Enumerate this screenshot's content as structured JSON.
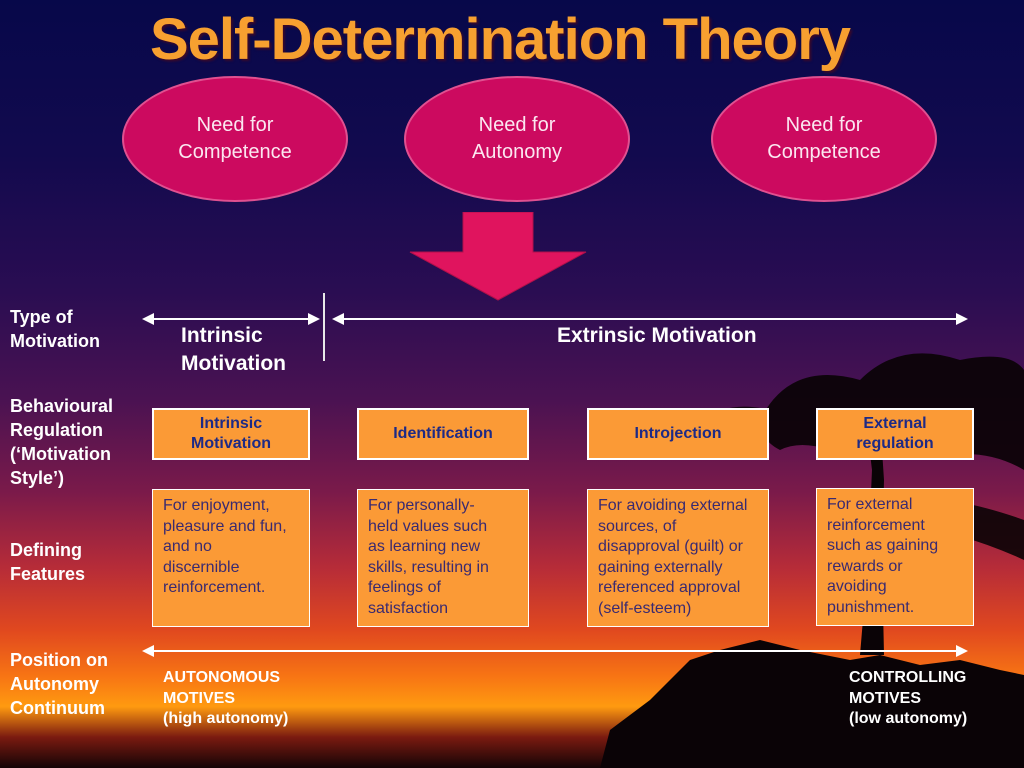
{
  "title": "Self-Determination Theory",
  "needs": [
    {
      "line1": "Need for",
      "line2": "Competence"
    },
    {
      "line1": "Need for",
      "line2": "Autonomy"
    },
    {
      "line1": "Need for",
      "line2": "Competence"
    }
  ],
  "row_labels": {
    "type_of_motivation": [
      "Type of",
      "Motivation"
    ],
    "behavioural_regulation": [
      "Behavioural",
      "Regulation",
      "(‘Motivation",
      "Style’)"
    ],
    "defining_features": [
      "Defining",
      "Features"
    ],
    "position_on_continuum": [
      "Position on",
      "Autonomy",
      "Continuum"
    ]
  },
  "motivation_types": {
    "intrinsic": [
      "Intrinsic",
      "Motivation"
    ],
    "extrinsic": "Extrinsic Motivation"
  },
  "regulation_styles": [
    [
      "Intrinsic",
      "Motivation"
    ],
    [
      "Identification"
    ],
    [
      "Introjection"
    ],
    [
      "External",
      "regulation"
    ]
  ],
  "defining_features": [
    [
      "For enjoyment,",
      "pleasure and fun,",
      "and no",
      "discernible",
      "reinforcement."
    ],
    [
      "For  personally-",
      "held values such",
      "as learning new",
      "skills, resulting in",
      "feelings of",
      "satisfaction"
    ],
    [
      "For avoiding external",
      "sources, of",
      "disapproval (guilt) or",
      "gaining externally",
      "referenced approval",
      "(self-esteem)"
    ],
    [
      "For external",
      "reinforcement",
      "such as gaining",
      "rewards or",
      "avoiding",
      "punishment."
    ]
  ],
  "continuum": {
    "left": [
      "AUTONOMOUS",
      "MOTIVES",
      "(high autonomy)"
    ],
    "right": [
      "CONTROLLING",
      "MOTIVES",
      "(low autonomy)"
    ]
  },
  "colors": {
    "title": "#f7a030",
    "need_fill": "#cc0a5f",
    "arrow_fill": "#e0145e",
    "box_fill": "#fb9a36",
    "box_text": "#1d2a86"
  }
}
